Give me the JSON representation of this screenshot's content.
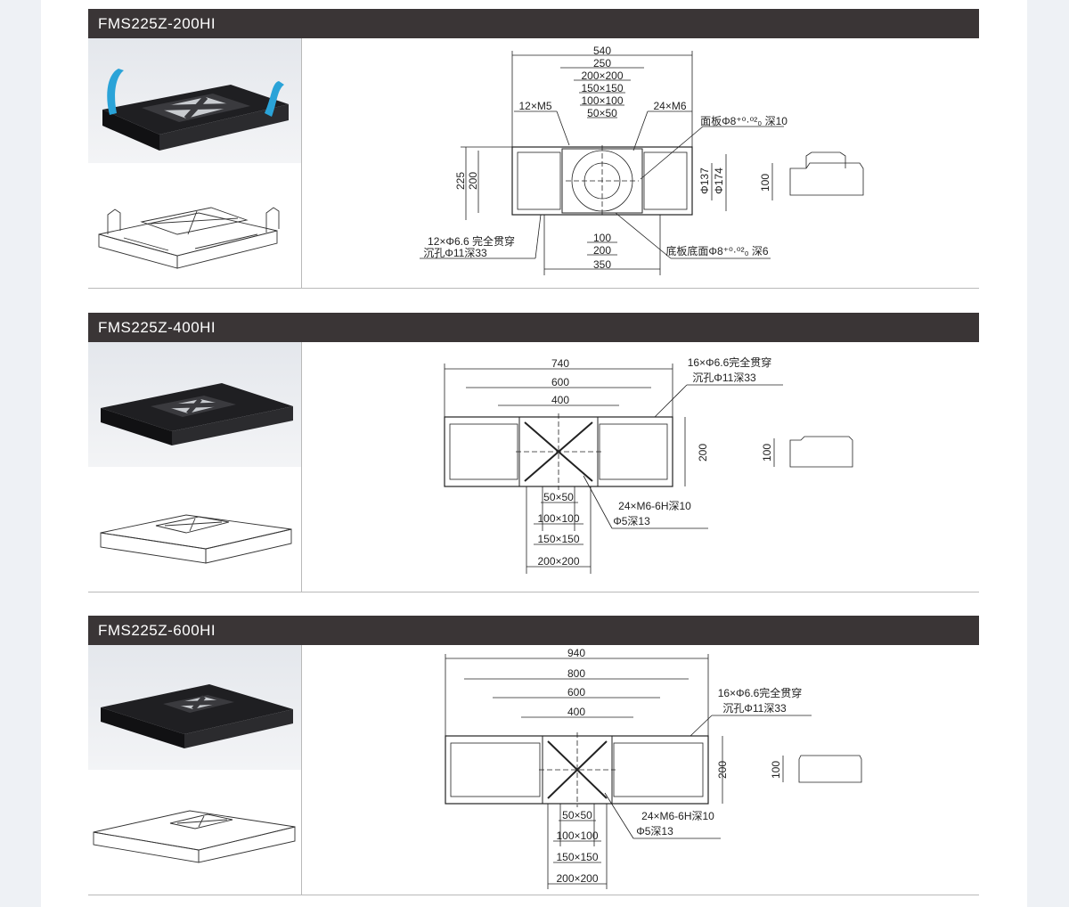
{
  "sections": [
    {
      "title": "FMS225Z-200HI",
      "dims": {
        "d540": "540",
        "d250": "250",
        "d200x200": "200×200",
        "d150x150": "150×150",
        "d100x100": "100×100",
        "d50x50": "50×50",
        "holes_12m5": "12×M5",
        "holes_24m6": "24×M6",
        "top_pin": "面板Φ8⁺⁰·⁰²₀ 深10",
        "d225": "225",
        "d200": "200",
        "phi137": "Φ137",
        "phi174": "Φ174",
        "height100": "100",
        "thru_holes": "12×Φ6.6 完全贯穿",
        "counterbore": "沉孔Φ11深33",
        "b100": "100",
        "b200": "200",
        "b350": "350",
        "bottom_pin": "底板底面Φ8⁺⁰·⁰²₀ 深6"
      }
    },
    {
      "title": "FMS225Z-400HI",
      "dims": {
        "d740": "740",
        "d600": "600",
        "d400": "400",
        "thru_holes": "16×Φ6.6完全贯穿",
        "counterbore": "沉孔Φ11深33",
        "d200": "200",
        "height100": "100",
        "d50x50": "50×50",
        "d100x100": "100×100",
        "d150x150": "150×150",
        "d200x200": "200×200",
        "tapped": "24×M6-6H深10",
        "drill": "Φ5深13"
      }
    },
    {
      "title": "FMS225Z-600HI",
      "dims": {
        "d940": "940",
        "d800": "800",
        "d600": "600",
        "d400": "400",
        "thru_holes": "16×Φ6.6完全贯穿",
        "counterbore": "沉孔Φ11深33",
        "d200": "200",
        "height100": "100",
        "d50x50": "50×50",
        "d100x100": "100×100",
        "d150x150": "150×150",
        "d200x200": "200×200",
        "tapped": "24×M6-6H深10",
        "drill": "Φ5深13"
      }
    }
  ]
}
